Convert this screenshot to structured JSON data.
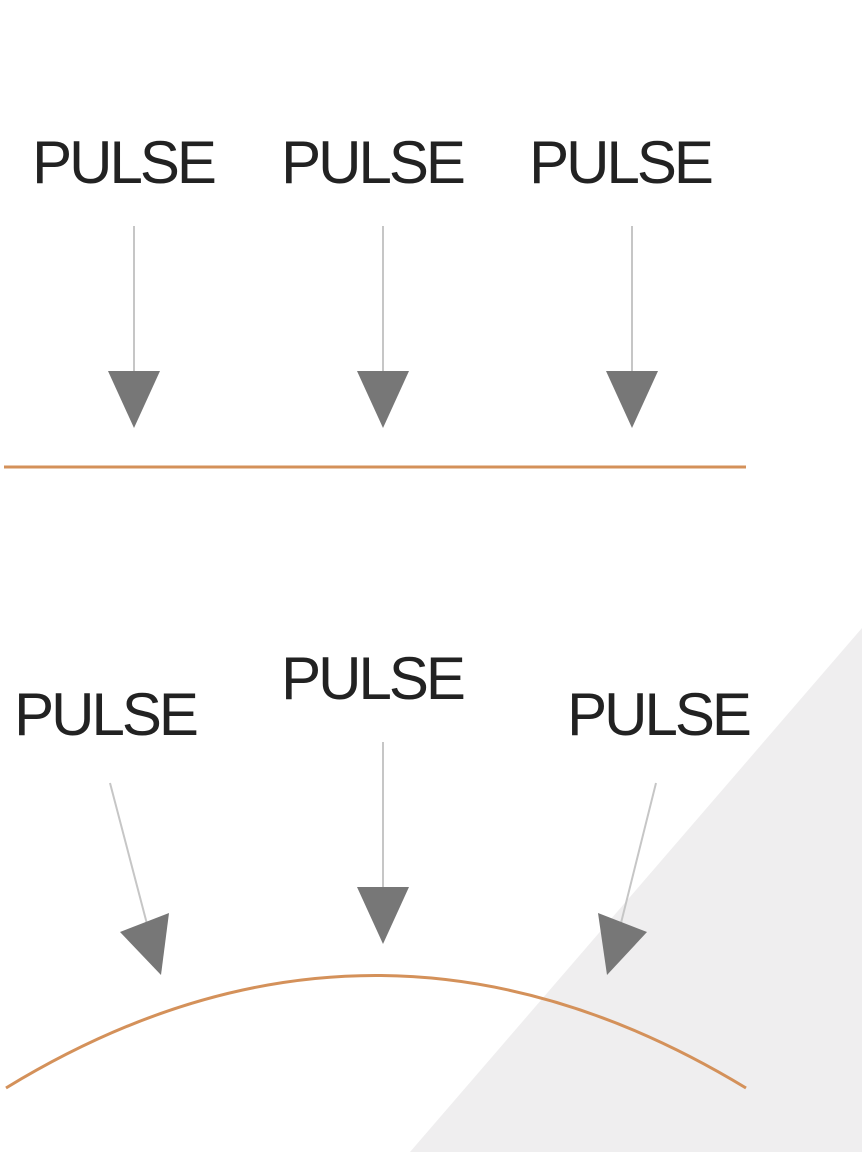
{
  "colors": {
    "background": "#ffffff",
    "corner_shade": "#efeeef",
    "surface_line": "#d4915a",
    "arrow_shaft": "#c6c6c6",
    "arrow_head": "#777777",
    "label_text": "#222222"
  },
  "icons": {
    "arrow": "arrow-down-icon"
  },
  "flat_panel": {
    "pulses": [
      {
        "label": "PULSE"
      },
      {
        "label": "PULSE"
      },
      {
        "label": "PULSE"
      }
    ]
  },
  "curved_panel": {
    "pulses": [
      {
        "label": "PULSE"
      },
      {
        "label": "PULSE"
      },
      {
        "label": "PULSE"
      }
    ]
  }
}
